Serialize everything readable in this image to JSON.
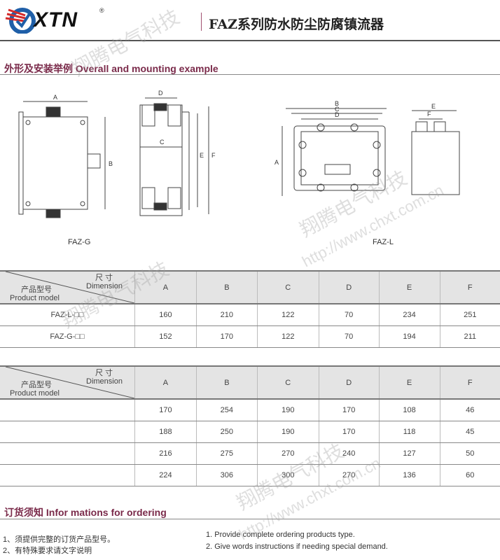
{
  "header": {
    "brand": "XTN",
    "registered": "®",
    "title": "FAZ系列防水防尘防腐镇流器"
  },
  "section1": {
    "title": "外形及安装举例 Overall and mounting example"
  },
  "diagrams": {
    "left_label": "FAZ-G",
    "right_label": "FAZ-L",
    "dims": [
      "A",
      "B",
      "C",
      "D",
      "E",
      "F"
    ]
  },
  "table1": {
    "corner_top_cn": "尺 寸",
    "corner_top_en": "Dimension",
    "corner_bottom_cn": "产品型号",
    "corner_bottom_en": "Product model",
    "columns": [
      "A",
      "B",
      "C",
      "D",
      "E",
      "F"
    ],
    "rows": [
      {
        "model": "FAZ-L-□□",
        "values": [
          "160",
          "210",
          "122",
          "70",
          "234",
          "251"
        ]
      },
      {
        "model": "FAZ-G-□□",
        "values": [
          "152",
          "170",
          "122",
          "70",
          "194",
          "211"
        ]
      }
    ]
  },
  "table2": {
    "corner_top_cn": "尺 寸",
    "corner_top_en": "Dimension",
    "corner_bottom_cn": "产品型号",
    "corner_bottom_en": "Product model",
    "columns": [
      "A",
      "B",
      "C",
      "D",
      "E",
      "F"
    ],
    "rows": [
      {
        "model": "",
        "values": [
          "170",
          "254",
          "190",
          "170",
          "108",
          "46"
        ]
      },
      {
        "model": "",
        "values": [
          "188",
          "250",
          "190",
          "170",
          "118",
          "45"
        ]
      },
      {
        "model": "",
        "values": [
          "216",
          "275",
          "270",
          "240",
          "127",
          "50"
        ]
      },
      {
        "model": "",
        "values": [
          "224",
          "306",
          "300",
          "270",
          "136",
          "60"
        ]
      }
    ]
  },
  "section2": {
    "title": "订货须知  Infor mations for ordering"
  },
  "notes_cn": [
    "1、须提供完整的订货产品型号。",
    "2、有特殊要求请文字说明"
  ],
  "notes_en": [
    "1.  Provide complete ordering products type.",
    "2.  Give words instructions if needing special demand."
  ],
  "watermark": {
    "cn": "翔腾电气科技",
    "url": "http://www.chxt.com.cn"
  }
}
